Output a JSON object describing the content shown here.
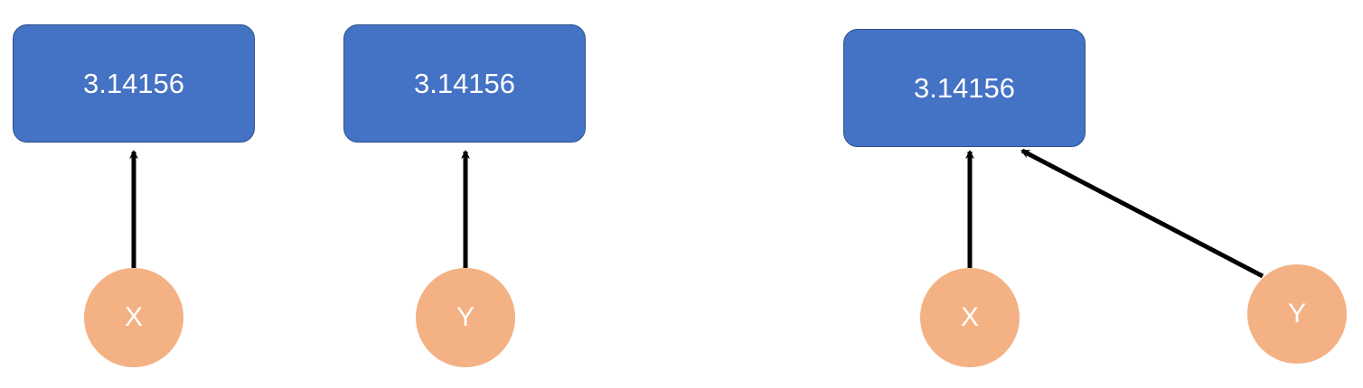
{
  "diagrams": [
    {
      "box_label": "3.14156",
      "variables": [
        "X"
      ]
    },
    {
      "box_label": "3.14156",
      "variables": [
        "Y"
      ]
    },
    {
      "box_label": "3.14156",
      "variables": [
        "X",
        "Y"
      ]
    }
  ],
  "colors": {
    "box_fill": "#4472c4",
    "box_border": "#2f528f",
    "circle_fill": "#f4b183",
    "arrow": "#000000",
    "text": "#ffffff"
  }
}
